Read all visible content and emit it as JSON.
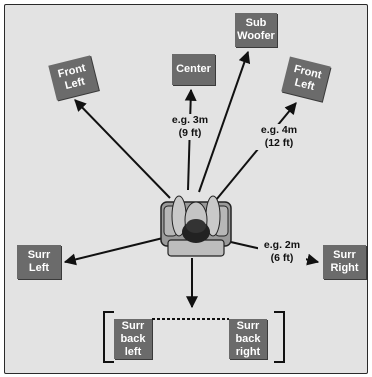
{
  "speakers": {
    "front_left_outer": "Front\nLeft",
    "center": "Center",
    "sub_woofer": "Sub\nWoofer",
    "front_left_inner": "Front\nLeft",
    "surr_left": "Surr\nLeft",
    "surr_right": "Surr\nRight",
    "surr_back_left": "Surr\nback\nleft",
    "surr_back_right": "Surr\nback\nright"
  },
  "distances": {
    "center": "e.g. 3m\n(9 ft)",
    "front": "e.g. 4m\n(12 ft)",
    "side": "e.g. 2m\n(6 ft)"
  },
  "colors": {
    "speaker_fill": "#6b6b6b",
    "background": "#e3e3e3",
    "line": "#111111"
  }
}
